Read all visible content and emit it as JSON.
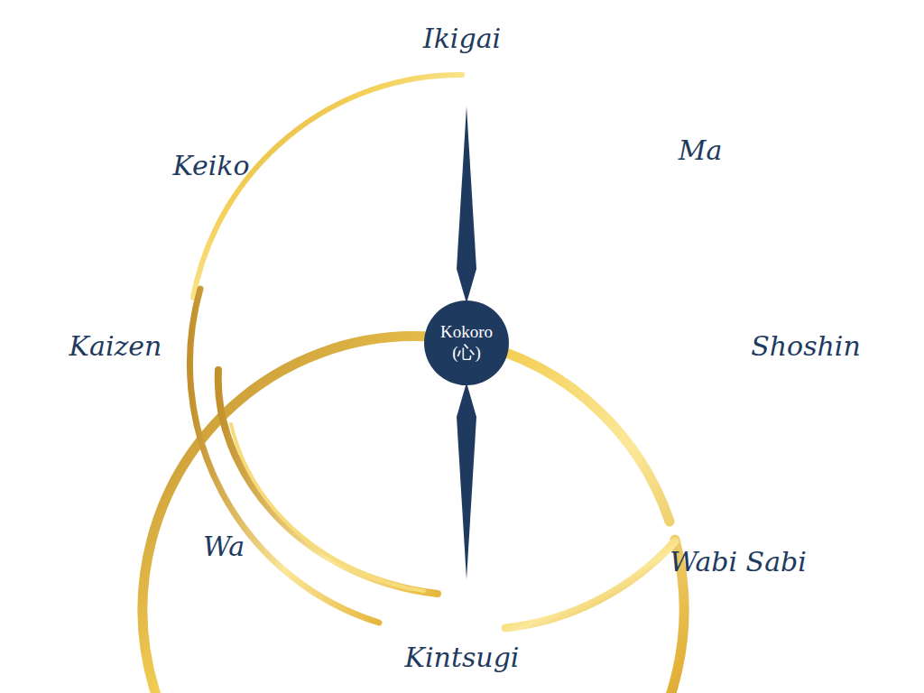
{
  "diagram": {
    "nodes": [
      {
        "text": [
          "Kokoro",
          "(心)"
        ]
      }
    ],
    "labels": [
      "Ikigai",
      "Ma",
      "Shoshin",
      "Wabi Sabi",
      "Kintsugi",
      "Wa",
      "Kaizen",
      "Keiko"
    ]
  }
}
